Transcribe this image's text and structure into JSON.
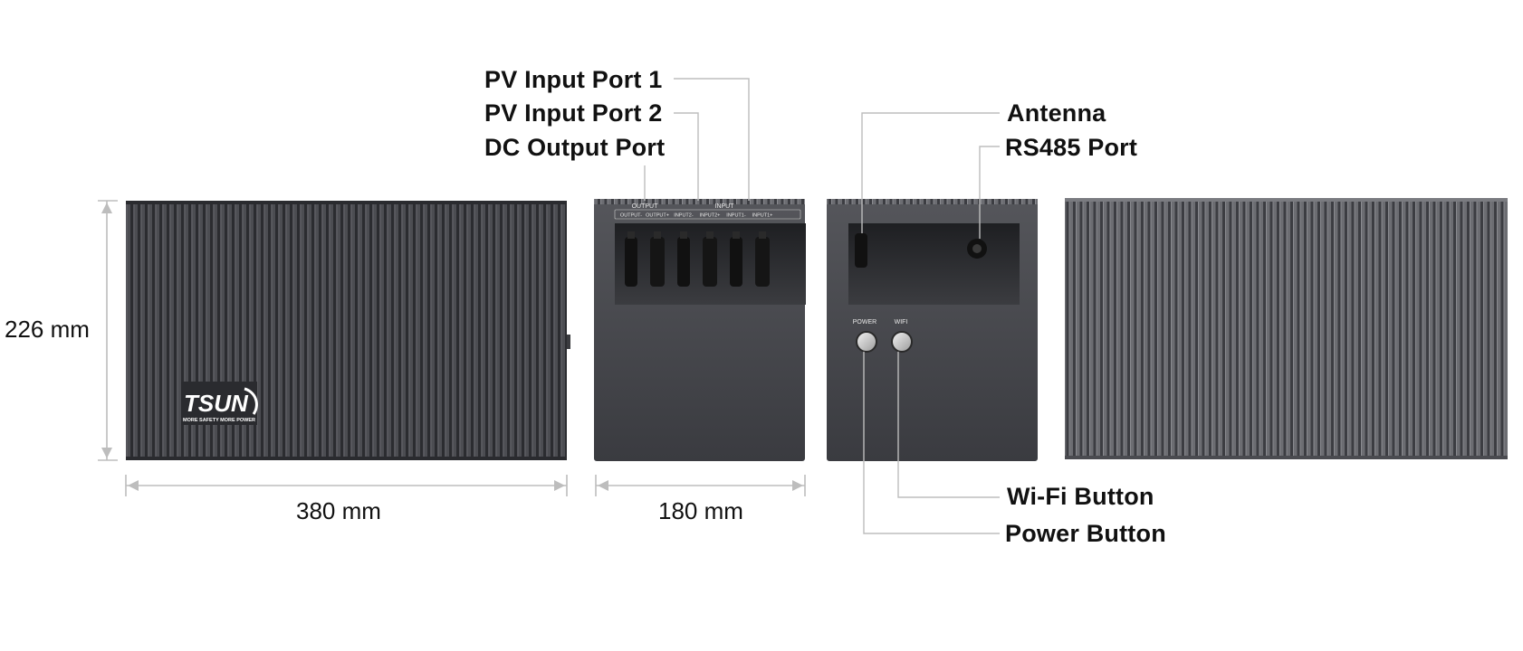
{
  "callouts": {
    "pv_input_port_1": "PV Input Port 1",
    "pv_input_port_2": "PV Input Port 2",
    "dc_output_port": "DC Output Port",
    "antenna": "Antenna",
    "rs485_port": "RS485 Port",
    "wifi_button": "Wi-Fi Button",
    "power_button": "Power Button"
  },
  "dimensions": {
    "height": "226 mm",
    "width": "380 mm",
    "depth": "180 mm"
  },
  "device": {
    "brand": "TSUN",
    "tagline": "MORE SAFETY MORE POWER",
    "front_panel": {
      "output_header": "OUTPUT",
      "input_header": "INPUT",
      "port_labels": [
        "OUTPUT-",
        "OUTPUT+",
        "INPUT2-",
        "INPUT2+",
        "INPUT1-",
        "INPUT1+"
      ]
    },
    "back_panel": {
      "power_label": "POWER",
      "wifi_label": "WIFI"
    }
  },
  "colors": {
    "body_dark": "#3f4045",
    "body_light": "#5b5c61",
    "rib_dark": "#2c2d31",
    "leader_line": "#bdbdbd"
  }
}
